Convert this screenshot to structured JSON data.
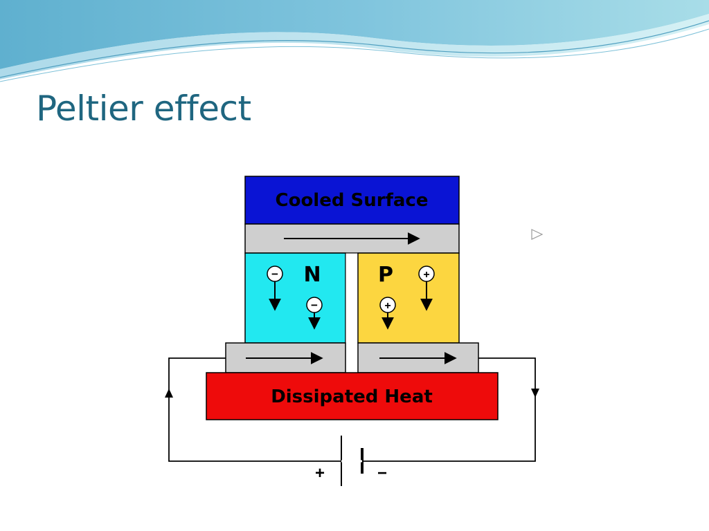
{
  "slide": {
    "title": "Peltier effect"
  },
  "diagram": {
    "cooled_surface_label": "Cooled Surface",
    "dissipated_heat_label": "Dissipated Heat",
    "n_label": "N",
    "p_label": "P",
    "electron_sign": "−",
    "hole_sign": "+",
    "battery_plus": "+",
    "battery_minus": "−"
  },
  "colors": {
    "title": "#1f6680",
    "cooled_surface": "#0a14d4",
    "n_material": "#22e8f0",
    "p_material": "#fcd640",
    "conductor": "#cfcfcf",
    "dissipated_heat": "#ee0b0b"
  }
}
